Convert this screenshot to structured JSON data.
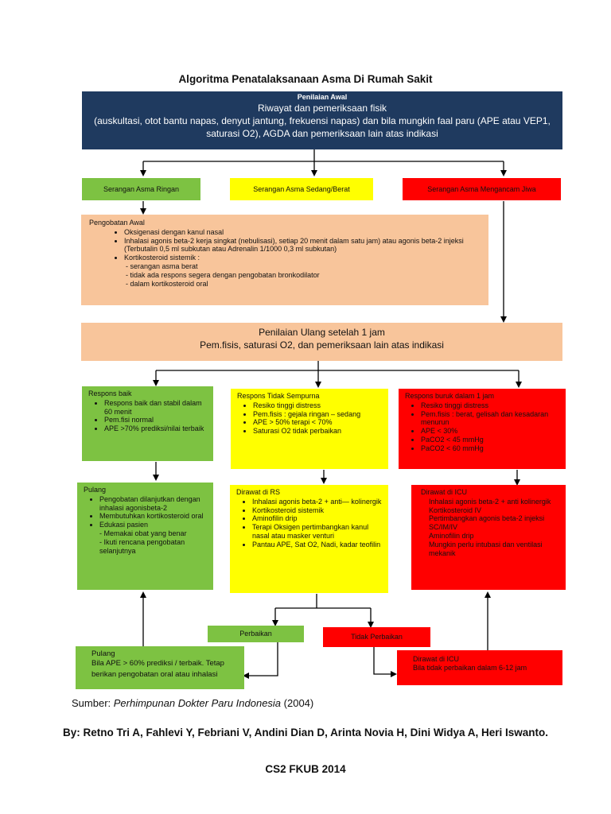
{
  "title": "Algoritma Penatalaksanaan Asma Di Rumah Sakit",
  "initial": {
    "header": "Penilaian Awal",
    "line1": "Riwayat dan pemeriksaan fisik",
    "line2": "(auskultasi, otot bantu napas, denyut jantung, frekuensi napas) dan bila mungkin faal paru (APE atau VEP1, saturasi O2), AGDA dan pemeriksaan lain atas indikasi"
  },
  "severity": {
    "mild": "Serangan Asma Ringan",
    "moderate": "Serangan Asma Sedang/Berat",
    "life": "Serangan Asma Mengancam Jiwa"
  },
  "treatment": {
    "header": "Pengobatan Awal",
    "items": [
      "Oksigenasi dengan kanul nasal",
      "Inhalasi agonis beta-2 kerja singkat (nebulisasi), setiap 20 menit dalam satu jam) atau agonis beta-2 injeksi (Terbutalin 0,5 ml subkutan atau Adrenalin 1/1000 0,3 ml subkutan)",
      "Kortikosteroid sistemik :"
    ],
    "sub": [
      "serangan asma berat"
    ],
    "extra": [
      "- tidak ada respons segera dengan pengobatan bronkodilator",
      "- dalam kortikosteroid oral"
    ]
  },
  "reassess": {
    "line1": "Penilaian Ulang setelah 1 jam",
    "line2": "Pem.fisis, saturasi O2, dan pemeriksaan  lain atas indikasi"
  },
  "good": {
    "header": "Respons baik",
    "items": [
      "Respons baik dan stabil dalam 60 menit",
      "Pem.fisi normal",
      "APE >70% prediksi/nilai terbaik"
    ]
  },
  "partial": {
    "header": "Respons Tidak Sempurna",
    "items": [
      "Resiko tinggi distress",
      "Pem.fisis : gejala ringan – sedang",
      "APE > 50% terapi < 70%",
      "Saturasi O2 tidak perbaikan"
    ]
  },
  "poor": {
    "header": "Respons buruk dalam 1 jam",
    "items": [
      "Resiko tinggi distress",
      "Pem.fisis : berat, gelisah dan kesadaran menurun",
      "APE < 30%",
      "PaCO2 < 45 mmHg",
      "PaCO2 < 60 mmHg"
    ]
  },
  "home": {
    "header": "Pulang",
    "items": [
      "Pengobatan dilanjutkan dengan inhalasi agonisbeta-2",
      "Membutuhkan kortikosteroid oral",
      "Edukasi pasien"
    ],
    "sub": [
      "Memakai obat yang benar",
      "Ikuti rencana pengobatan selanjutnya"
    ]
  },
  "ward": {
    "header": "Dirawat di RS",
    "items": [
      "Inhalasi agonis beta-2 + anti— kolinergik",
      "Kortikosteroid sistemik",
      "Aminofilin drip",
      "Terapi Oksigen pertimbangkan kanul nasal atau masker venturi",
      "Pantau APE, Sat O2, Nadi, kadar teofilin"
    ]
  },
  "icu": {
    "header": "Dirawat di ICU",
    "items": [
      "Inhalasi agonis beta-2 + anti kolinergik",
      "Kortikosteroid IV",
      "Pertimbangkan agonis beta-2 injeksi SC/IM/IV",
      "Aminofilin drip",
      "Mungkin perlu intubasi dan ventilasi mekanik"
    ]
  },
  "improve": "Perbaikan",
  "noimprove": "Tidak Perbaikan",
  "home2": {
    "header": "Pulang",
    "line1": "Bila APE > 60% prediksi / terbaik. Tetap berikan pengobatan oral atau inhalasi"
  },
  "icu2": {
    "line1": "Dirawat di ICU",
    "line2": "Bila tidak perbaikan dalam 6-12 jam"
  },
  "source": {
    "prefix": "Sumber: ",
    "italic": "Perhimpunan Dokter Paru Indonesia",
    "suffix": " (2004)"
  },
  "authors": "By: Retno Tri A, Fahlevi Y, Febriani V, Andini Dian D, Arinta Novia H, Dini Widya A, Heri Iswanto.",
  "org": "CS2 FKUB 2014",
  "colors": {
    "navy": "#1f3a5f",
    "green": "#7dc242",
    "yellow": "#ffff00",
    "red": "#ff0000",
    "peach": "#f8c59b"
  }
}
